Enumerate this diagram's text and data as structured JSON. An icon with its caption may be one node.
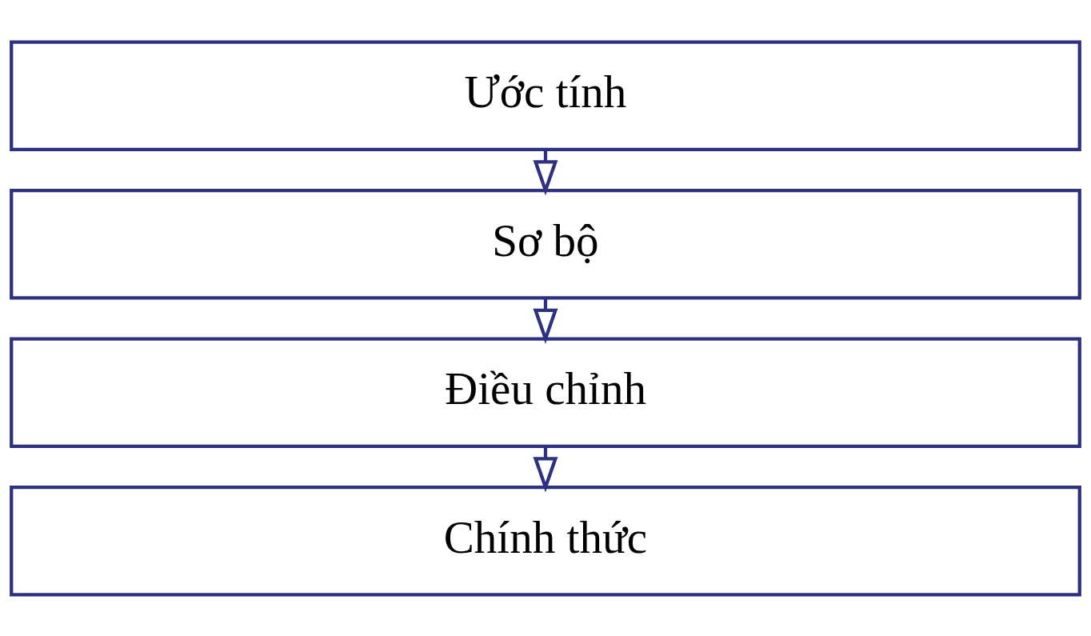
{
  "diagram": {
    "nodes": [
      {
        "text": [
          "Ước tính"
        ]
      },
      {
        "text": [
          "Sơ bộ"
        ]
      },
      {
        "text": [
          "Điều chỉnh"
        ]
      },
      {
        "text": [
          "Chính thức"
        ]
      }
    ],
    "edges": [
      {
        "from": 0,
        "to": 1,
        "arrow": "to"
      },
      {
        "from": 1,
        "to": 2,
        "arrow": "to"
      },
      {
        "from": 2,
        "to": 3,
        "arrow": "to"
      }
    ]
  }
}
